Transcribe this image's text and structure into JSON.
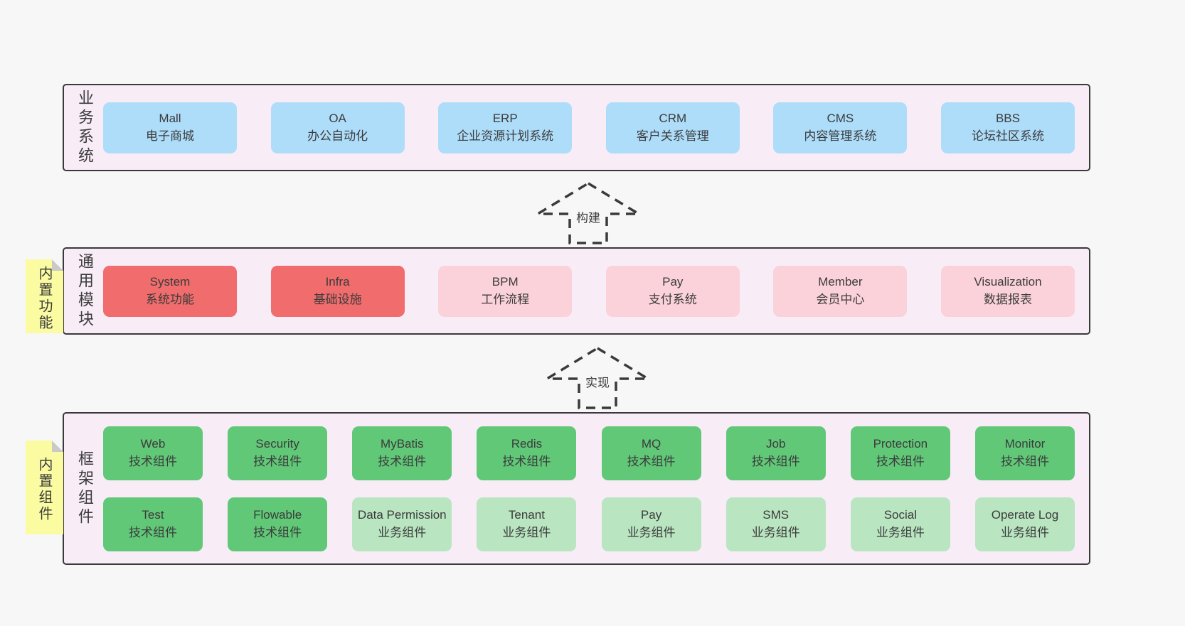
{
  "colors": {
    "page_bg": "#f7f7f7",
    "band_bg": "#f8edf7",
    "band_border": "#3a3a3a",
    "box_text": "#3b3b3b",
    "blue": "#aeddfa",
    "red": "#f16c6c",
    "pink": "#fbd2d9",
    "green": "#61c878",
    "light_green": "#b9e5c1",
    "sticky_yellow": "#fbfba1",
    "sticky_fold": "#c9c9c9",
    "arrow": "#3a3a3a"
  },
  "bands": [
    {
      "label": "业务系统",
      "sticky": null,
      "rows": [
        [
          {
            "name": "Mall",
            "desc": "电子商城",
            "type": "blue"
          },
          {
            "name": "OA",
            "desc": "办公自动化",
            "type": "blue"
          },
          {
            "name": "ERP",
            "desc": "企业资源计划系统",
            "type": "blue"
          },
          {
            "name": "CRM",
            "desc": "客户关系管理",
            "type": "blue"
          },
          {
            "name": "CMS",
            "desc": "内容管理系统",
            "type": "blue"
          },
          {
            "name": "BBS",
            "desc": "论坛社区系统",
            "type": "blue"
          }
        ]
      ]
    },
    {
      "label": "通用模块",
      "sticky": {
        "label": "内置功能"
      },
      "rows": [
        [
          {
            "name": "System",
            "desc": "系统功能",
            "type": "red"
          },
          {
            "name": "Infra",
            "desc": "基础设施",
            "type": "red"
          },
          {
            "name": "BPM",
            "desc": "工作流程",
            "type": "pink"
          },
          {
            "name": "Pay",
            "desc": "支付系统",
            "type": "pink"
          },
          {
            "name": "Member",
            "desc": "会员中心",
            "type": "pink"
          },
          {
            "name": "Visualization",
            "desc": "数据报表",
            "type": "pink"
          }
        ]
      ]
    },
    {
      "label": "框架组件",
      "sticky": {
        "label": "内置组件"
      },
      "rows": [
        [
          {
            "name": "Web",
            "desc": "技术组件",
            "type": "green"
          },
          {
            "name": "Security",
            "desc": "技术组件",
            "type": "green"
          },
          {
            "name": "MyBatis",
            "desc": "技术组件",
            "type": "green"
          },
          {
            "name": "Redis",
            "desc": "技术组件",
            "type": "green"
          },
          {
            "name": "MQ",
            "desc": "技术组件",
            "type": "green"
          },
          {
            "name": "Job",
            "desc": "技术组件",
            "type": "green"
          },
          {
            "name": "Protection",
            "desc": "技术组件",
            "type": "green"
          },
          {
            "name": "Monitor",
            "desc": "技术组件",
            "type": "green"
          }
        ],
        [
          {
            "name": "Test",
            "desc": "技术组件",
            "type": "green"
          },
          {
            "name": "Flowable",
            "desc": "技术组件",
            "type": "green"
          },
          {
            "name": "Data Permission",
            "desc": "业务组件",
            "type": "light_green"
          },
          {
            "name": "Tenant",
            "desc": "业务组件",
            "type": "light_green"
          },
          {
            "name": "Pay",
            "desc": "业务组件",
            "type": "light_green"
          },
          {
            "name": "SMS",
            "desc": "业务组件",
            "type": "light_green"
          },
          {
            "name": "Social",
            "desc": "业务组件",
            "type": "light_green"
          },
          {
            "name": "Operate Log",
            "desc": "业务组件",
            "type": "light_green"
          }
        ]
      ]
    }
  ],
  "arrows": [
    {
      "label": "构建"
    },
    {
      "label": "实现"
    }
  ]
}
